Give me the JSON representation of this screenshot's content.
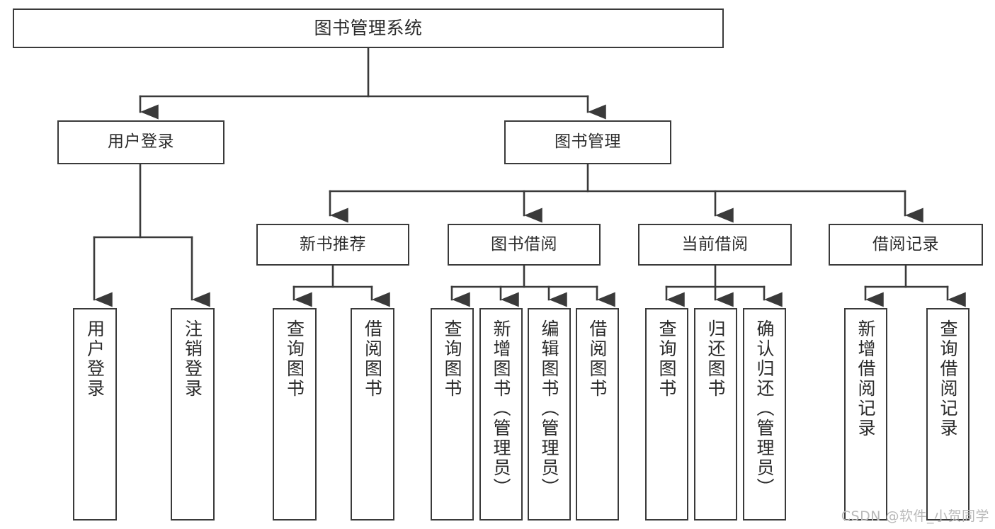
{
  "diagram": {
    "title": "图书管理系统",
    "type": "tree",
    "orientation": "top-down",
    "watermark": "CSDN @软件_小贺同学",
    "colors": {
      "stroke": "#3a3a3a",
      "fill": "#ffffff",
      "text": "#2b2b2b",
      "watermark": "#b9b9b9"
    },
    "nodes": {
      "root": {
        "label": "图书管理系统"
      },
      "level2": [
        {
          "id": "user-login",
          "label": "用户登录"
        },
        {
          "id": "book-manage",
          "label": "图书管理"
        }
      ],
      "level3": [
        {
          "id": "new-book-recommend",
          "label": "新书推荐"
        },
        {
          "id": "book-borrow",
          "label": "图书借阅"
        },
        {
          "id": "current-borrow",
          "label": "当前借阅"
        },
        {
          "id": "borrow-record",
          "label": "借阅记录"
        }
      ],
      "leaves": {
        "user-login": [
          {
            "id": "leaf-user-login",
            "label": "用户登录"
          },
          {
            "id": "leaf-user-logout",
            "label": "注销登录"
          }
        ],
        "new-book-recommend": [
          {
            "id": "leaf-query-book-1",
            "label": "查询图书"
          },
          {
            "id": "leaf-borrow-book-1",
            "label": "借阅图书"
          }
        ],
        "book-borrow": [
          {
            "id": "leaf-query-book-2",
            "label": "查询图书"
          },
          {
            "id": "leaf-add-book-admin",
            "label": "新增图书（管理员）"
          },
          {
            "id": "leaf-edit-book-admin",
            "label": "编辑图书（管理员）"
          },
          {
            "id": "leaf-borrow-book-2",
            "label": "借阅图书"
          }
        ],
        "current-borrow": [
          {
            "id": "leaf-query-book-3",
            "label": "查询图书"
          },
          {
            "id": "leaf-return-book",
            "label": "归还图书"
          },
          {
            "id": "leaf-confirm-return-admin",
            "label": "确认归还（管理员）"
          }
        ],
        "borrow-record": [
          {
            "id": "leaf-add-borrow-record",
            "label": "新增借阅记录"
          },
          {
            "id": "leaf-query-borrow-record",
            "label": "查询借阅记录"
          }
        ]
      }
    }
  }
}
